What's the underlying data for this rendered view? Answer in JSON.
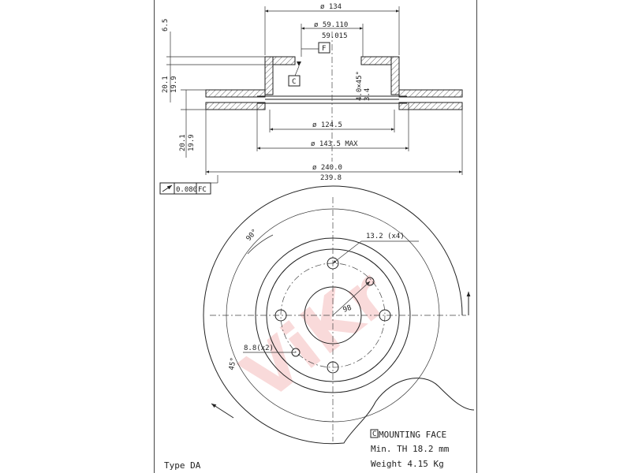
{
  "top_view": {
    "dim_outer_hat": "ø 134",
    "dim_bore_max": "ø 59.110",
    "dim_bore_min": "59.015",
    "ref_f": "F",
    "ref_c": "C",
    "dim_hat_height": "6.5",
    "dim_total_max": "20.1",
    "dim_total_min": "19.9",
    "dim_chamfer": "4.0×45°",
    "dim_chamfer2": "3.4",
    "dim_inner_vent": "ø 124.5",
    "dim_vent_max": "ø 143.5 MAX",
    "dim_thick_max": "20.1",
    "dim_thick_min": "19.9",
    "dim_disc_max": "ø 240.0",
    "dim_disc_min": "239.8"
  },
  "tolerance": {
    "value": "0.080",
    "ref": "FC"
  },
  "front_view": {
    "angle_90": "90°",
    "angle_45": "45°",
    "holes_large": "13.2 (x4)",
    "pcd": "98",
    "holes_small": "8.8(x2)"
  },
  "legend": {
    "c_box": "C",
    "mounting": "MOUNTING FACE",
    "min_th": "Min. TH 18.2 mm",
    "weight": "Weight  4.15 Kg"
  },
  "type_label": "Type DA",
  "watermark": "ViKr"
}
